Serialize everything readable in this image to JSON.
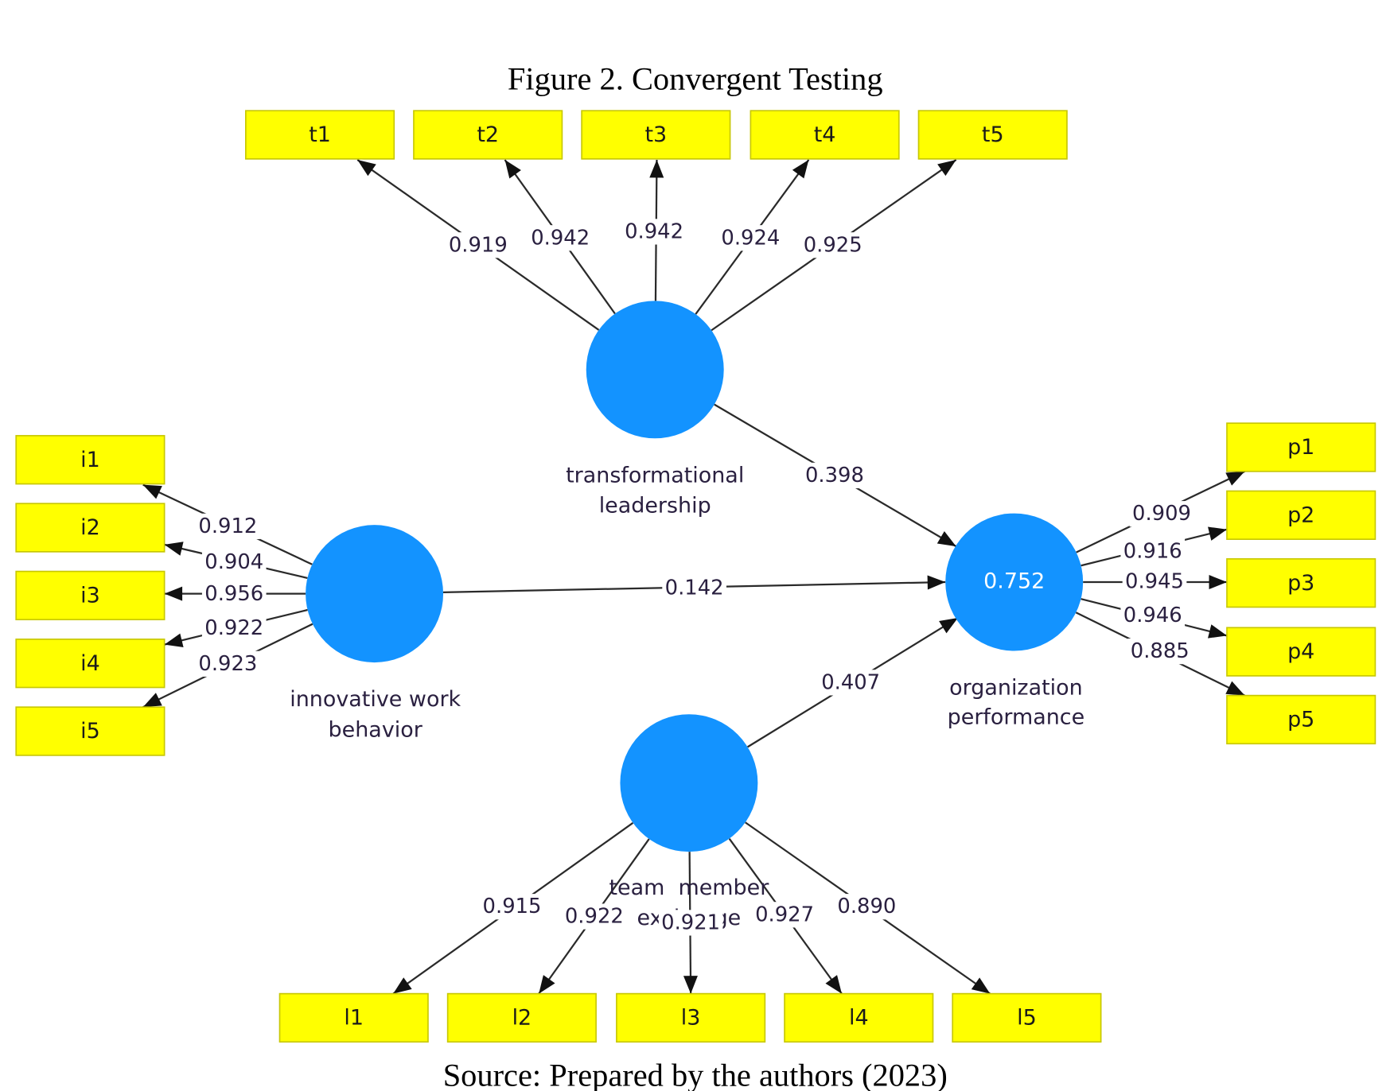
{
  "figure": {
    "title": "Figure 2. Convergent Testing",
    "source": "Source: Prepared by the authors (2023)"
  },
  "colors": {
    "indicator_fill": "#ffff00",
    "latent_fill": "#1393ff",
    "edge": "#2a2a2a"
  },
  "latents": [
    {
      "id": "TL",
      "label_lines": [
        "transformational",
        "leadership"
      ],
      "r2": null
    },
    {
      "id": "IWB",
      "label_lines": [
        "innovative work",
        "behavior"
      ],
      "r2": null
    },
    {
      "id": "OP",
      "label_lines": [
        "organization",
        "performance"
      ],
      "r2": "0.752"
    },
    {
      "id": "TMX",
      "label_lines": [
        "team  member",
        "exchange"
      ],
      "r2": null
    }
  ],
  "indicators": {
    "TL": [
      {
        "name": "t1",
        "loading": "0.919"
      },
      {
        "name": "t2",
        "loading": "0.942"
      },
      {
        "name": "t3",
        "loading": "0.942"
      },
      {
        "name": "t4",
        "loading": "0.924"
      },
      {
        "name": "t5",
        "loading": "0.925"
      }
    ],
    "IWB": [
      {
        "name": "i1",
        "loading": "0.912"
      },
      {
        "name": "i2",
        "loading": "0.904"
      },
      {
        "name": "i3",
        "loading": "0.956"
      },
      {
        "name": "i4",
        "loading": "0.922"
      },
      {
        "name": "i5",
        "loading": "0.923"
      }
    ],
    "OP": [
      {
        "name": "p1",
        "loading": "0.909"
      },
      {
        "name": "p2",
        "loading": "0.916"
      },
      {
        "name": "p3",
        "loading": "0.945"
      },
      {
        "name": "p4",
        "loading": "0.946"
      },
      {
        "name": "p5",
        "loading": "0.885"
      }
    ],
    "TMX": [
      {
        "name": "l1",
        "loading": "0.915"
      },
      {
        "name": "l2",
        "loading": "0.922"
      },
      {
        "name": "l3",
        "loading": "0.921"
      },
      {
        "name": "l4",
        "loading": "0.927"
      },
      {
        "name": "l5",
        "loading": "0.890"
      }
    ]
  },
  "paths": [
    {
      "from": "TL",
      "to": "OP",
      "coef": "0.398"
    },
    {
      "from": "IWB",
      "to": "OP",
      "coef": "0.142"
    },
    {
      "from": "TMX",
      "to": "OP",
      "coef": "0.407"
    }
  ]
}
